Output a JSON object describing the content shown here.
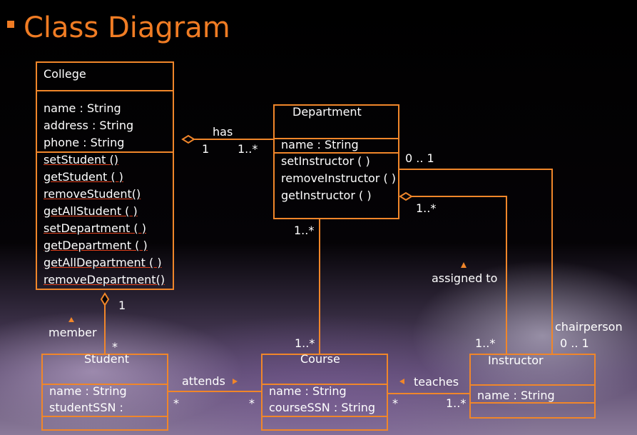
{
  "title": "Class Diagram",
  "classes": {
    "college": {
      "name": "College",
      "attributes": [
        "name : String",
        "address : String",
        "phone : String"
      ],
      "methods": [
        "setStudent ()",
        "getStudent ( )",
        "removeStudent()",
        "getAllStudent ( )",
        "setDepartment ( )",
        "getDepartment ( )",
        "getAllDepartment ( )",
        "removeDepartment()"
      ]
    },
    "department": {
      "name": "Department",
      "attributes": [
        "name : String"
      ],
      "methods": [
        "setInstructor ( )",
        "removeInstructor ( )",
        "getInstructor ( )"
      ]
    },
    "student": {
      "name": "Student",
      "attributes": [
        "name : String",
        "studentSSN :"
      ]
    },
    "course": {
      "name": "Course",
      "attributes": [
        "name : String",
        "courseSSN : String"
      ]
    },
    "instructor": {
      "name": "Instructor",
      "attributes": [
        "name : String"
      ]
    }
  },
  "associations": {
    "has": {
      "label": "has",
      "mult_college": "1",
      "mult_department": "1..*"
    },
    "member": {
      "label": "member",
      "mult_college": "1",
      "mult_student": "*"
    },
    "dept_course": {
      "mult_department": "1..*",
      "mult_course": "1..*"
    },
    "assigned_to": {
      "label": "assigned to",
      "mult_department": "1..*",
      "mult_instructor": "1..*"
    },
    "chairperson": {
      "label": "chairperson",
      "mult_department": "0 .. 1",
      "mult_instructor": "0 .. 1"
    },
    "attends": {
      "label": "attends",
      "mult_student": "*",
      "mult_course": "*"
    },
    "teaches": {
      "label": "teaches",
      "mult_course": "*",
      "mult_instructor": "1..*"
    }
  },
  "colors": {
    "accent": "#f0862a",
    "title": "#f07c24",
    "text": "#ffffff"
  }
}
